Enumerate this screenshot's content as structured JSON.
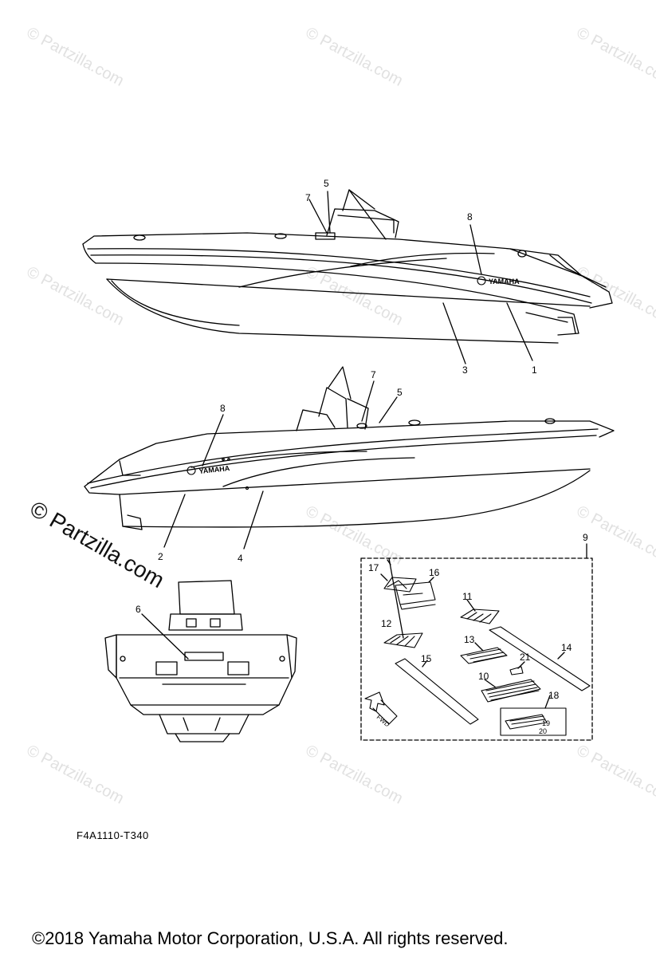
{
  "watermark": {
    "text": "© Partzilla.com",
    "featured_text": "© Partzilla.com",
    "color": "#e1e1e1"
  },
  "diagram": {
    "callouts": [
      "1",
      "2",
      "3",
      "4",
      "5",
      "5",
      "6",
      "7",
      "7",
      "8",
      "8",
      "9",
      "10",
      "11",
      "12",
      "13",
      "14",
      "15",
      "16",
      "17",
      "18",
      "19",
      "20",
      "21"
    ],
    "boat_logo": "YAMAHA",
    "mat_label": "FWD",
    "drawing_code": "F4A1110-T340"
  },
  "footer": {
    "copyright": "©2018  Yamaha Motor Corporation, U.S.A. All rights reserved."
  }
}
